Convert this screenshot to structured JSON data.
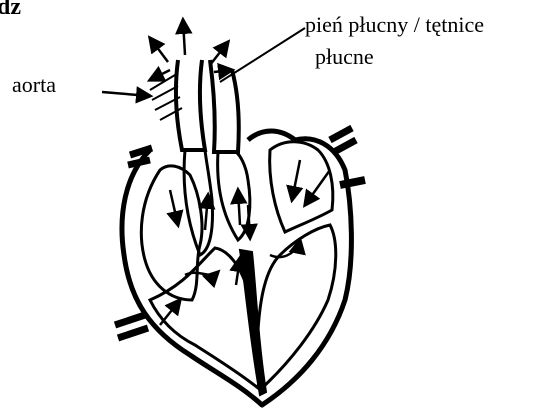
{
  "corner_text": "dz",
  "labels": {
    "aorta": "aorta",
    "pulmonary_line1": "pień płucny / tętnice",
    "pulmonary_line2": "płucne"
  },
  "colors": {
    "ink": "#000000",
    "background": "#ffffff"
  }
}
